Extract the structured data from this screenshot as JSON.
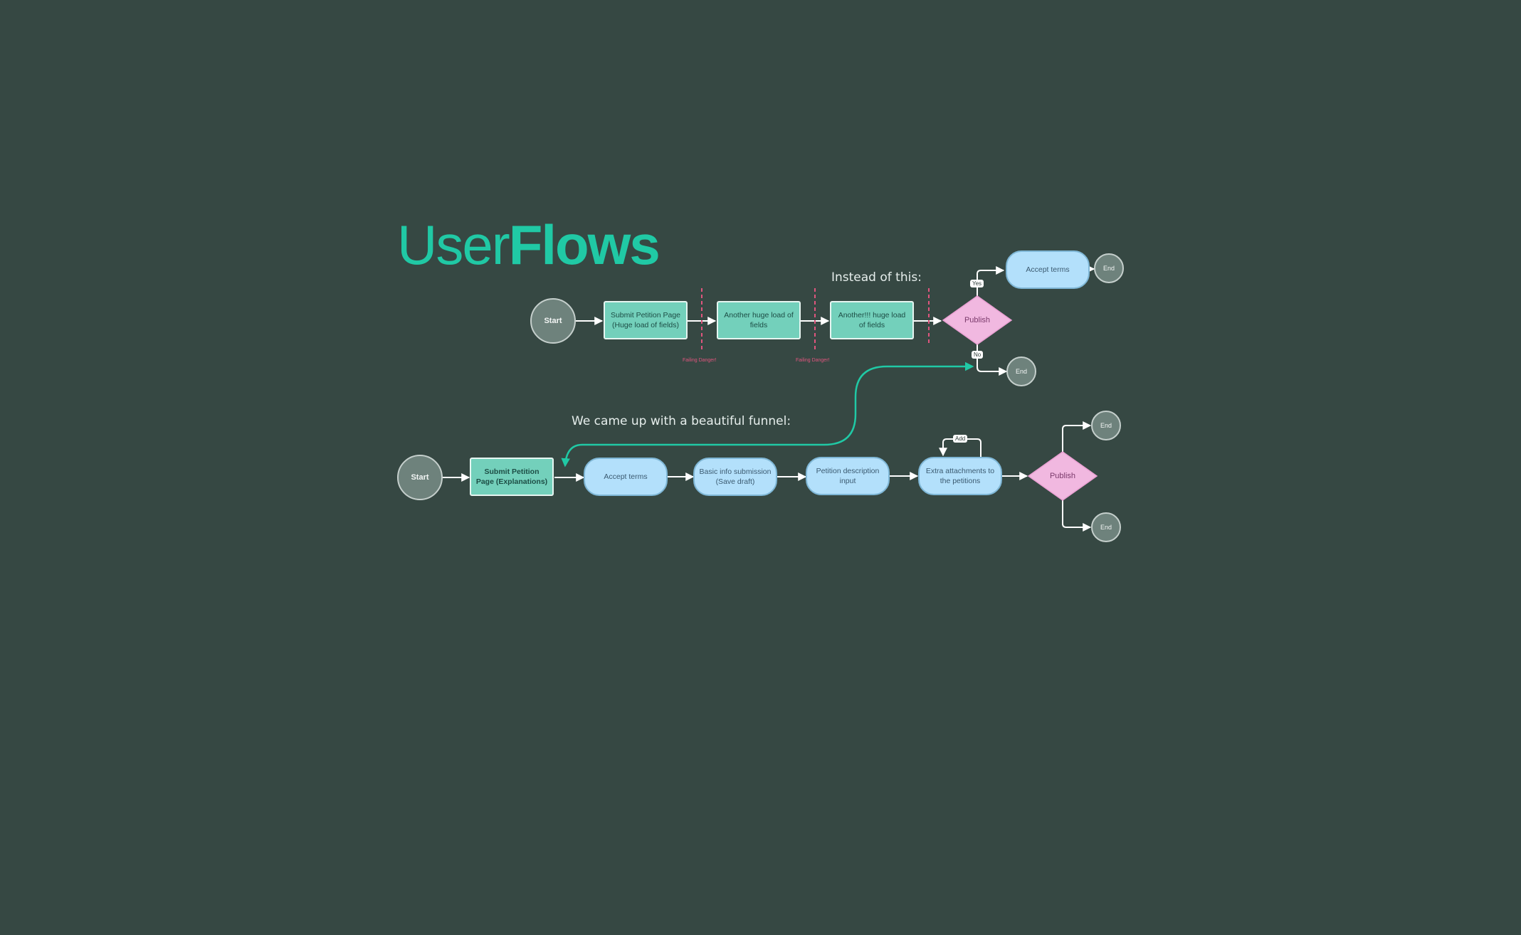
{
  "title": {
    "part_light": "User",
    "part_bold": "Flows"
  },
  "colors": {
    "background": "#364843",
    "accent": "#20c9a5",
    "green_step": "#73d0bb",
    "blue_step": "#b3e0fb",
    "decision": "#f1b8e0",
    "terminal": "#6e827c",
    "danger": "#e0557e"
  },
  "old_flow": {
    "heading": "Instead of this:",
    "start": "Start",
    "steps": [
      "Submit Petition Page (Huge load of fields)",
      "Another huge load of fields",
      "Another!!! huge load of fields"
    ],
    "danger_labels": [
      "Failing Danger!",
      "Failing Danger!"
    ],
    "decision": "Publish",
    "yes_label": "Yes",
    "no_label": "No",
    "yes_step": "Accept terms",
    "end_yes": "End",
    "end_no": "End"
  },
  "new_flow": {
    "heading": "We came up with a beautiful funnel:",
    "start": "Start",
    "first_step": "Submit Petition Page (Explanations)",
    "steps": [
      "Accept terms",
      "Basic info submission (Save draft)",
      "Petition description input",
      "Extra attachments to the petitions"
    ],
    "loop_label": "Add",
    "decision": "Publish",
    "end_top": "End",
    "end_bottom": "End"
  }
}
